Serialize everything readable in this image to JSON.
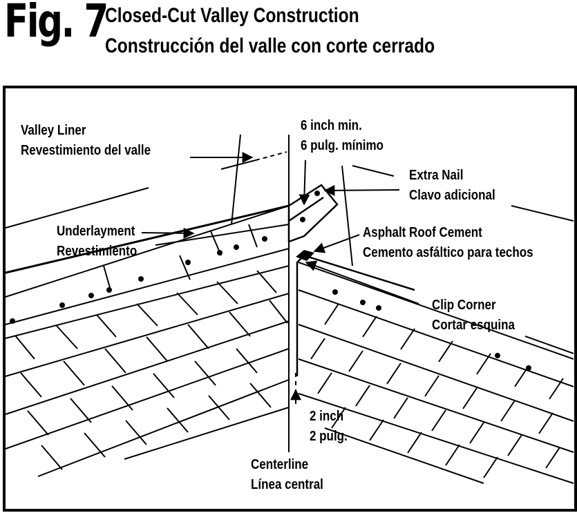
{
  "figure": {
    "number_label": "Fig. 7",
    "title_en": "Closed-Cut Valley Construction",
    "title_es": "Construcción del valle con corte cerrado"
  },
  "callouts": {
    "valley_liner": {
      "en": "Valley Liner",
      "es": "Revestimiento del valle"
    },
    "six_inch": {
      "en": "6 inch min.",
      "es": "6 pulg. mínimo"
    },
    "extra_nail": {
      "en": "Extra Nail",
      "es": "Clavo adicional"
    },
    "underlayment": {
      "en": "Underlayment",
      "es": "Revestimiento"
    },
    "asphalt_cement": {
      "en": "Asphalt Roof Cement",
      "es": "Cemento asfáltico para techos"
    },
    "clip_corner": {
      "en": "Clip Corner",
      "es": "Cortar esquina"
    },
    "two_inch": {
      "en": "2 inch",
      "es": "2 pulg."
    },
    "centerline": {
      "en": "Centerline",
      "es": "Línea central"
    }
  }
}
